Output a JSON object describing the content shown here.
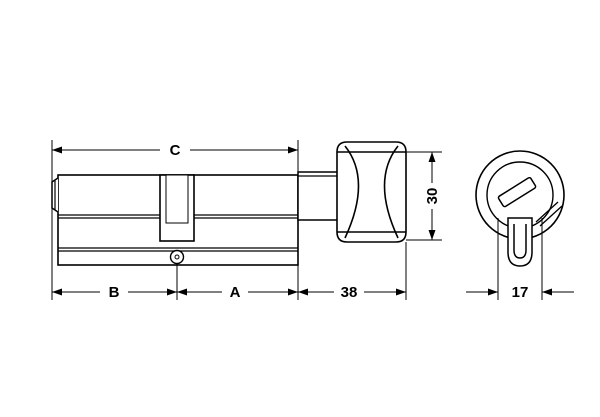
{
  "drawing": {
    "labels": {
      "overall_length": "C",
      "back_length": "B",
      "front_length": "A",
      "turn_length": "38",
      "knob_height": "30",
      "rose_width": "17"
    }
  }
}
